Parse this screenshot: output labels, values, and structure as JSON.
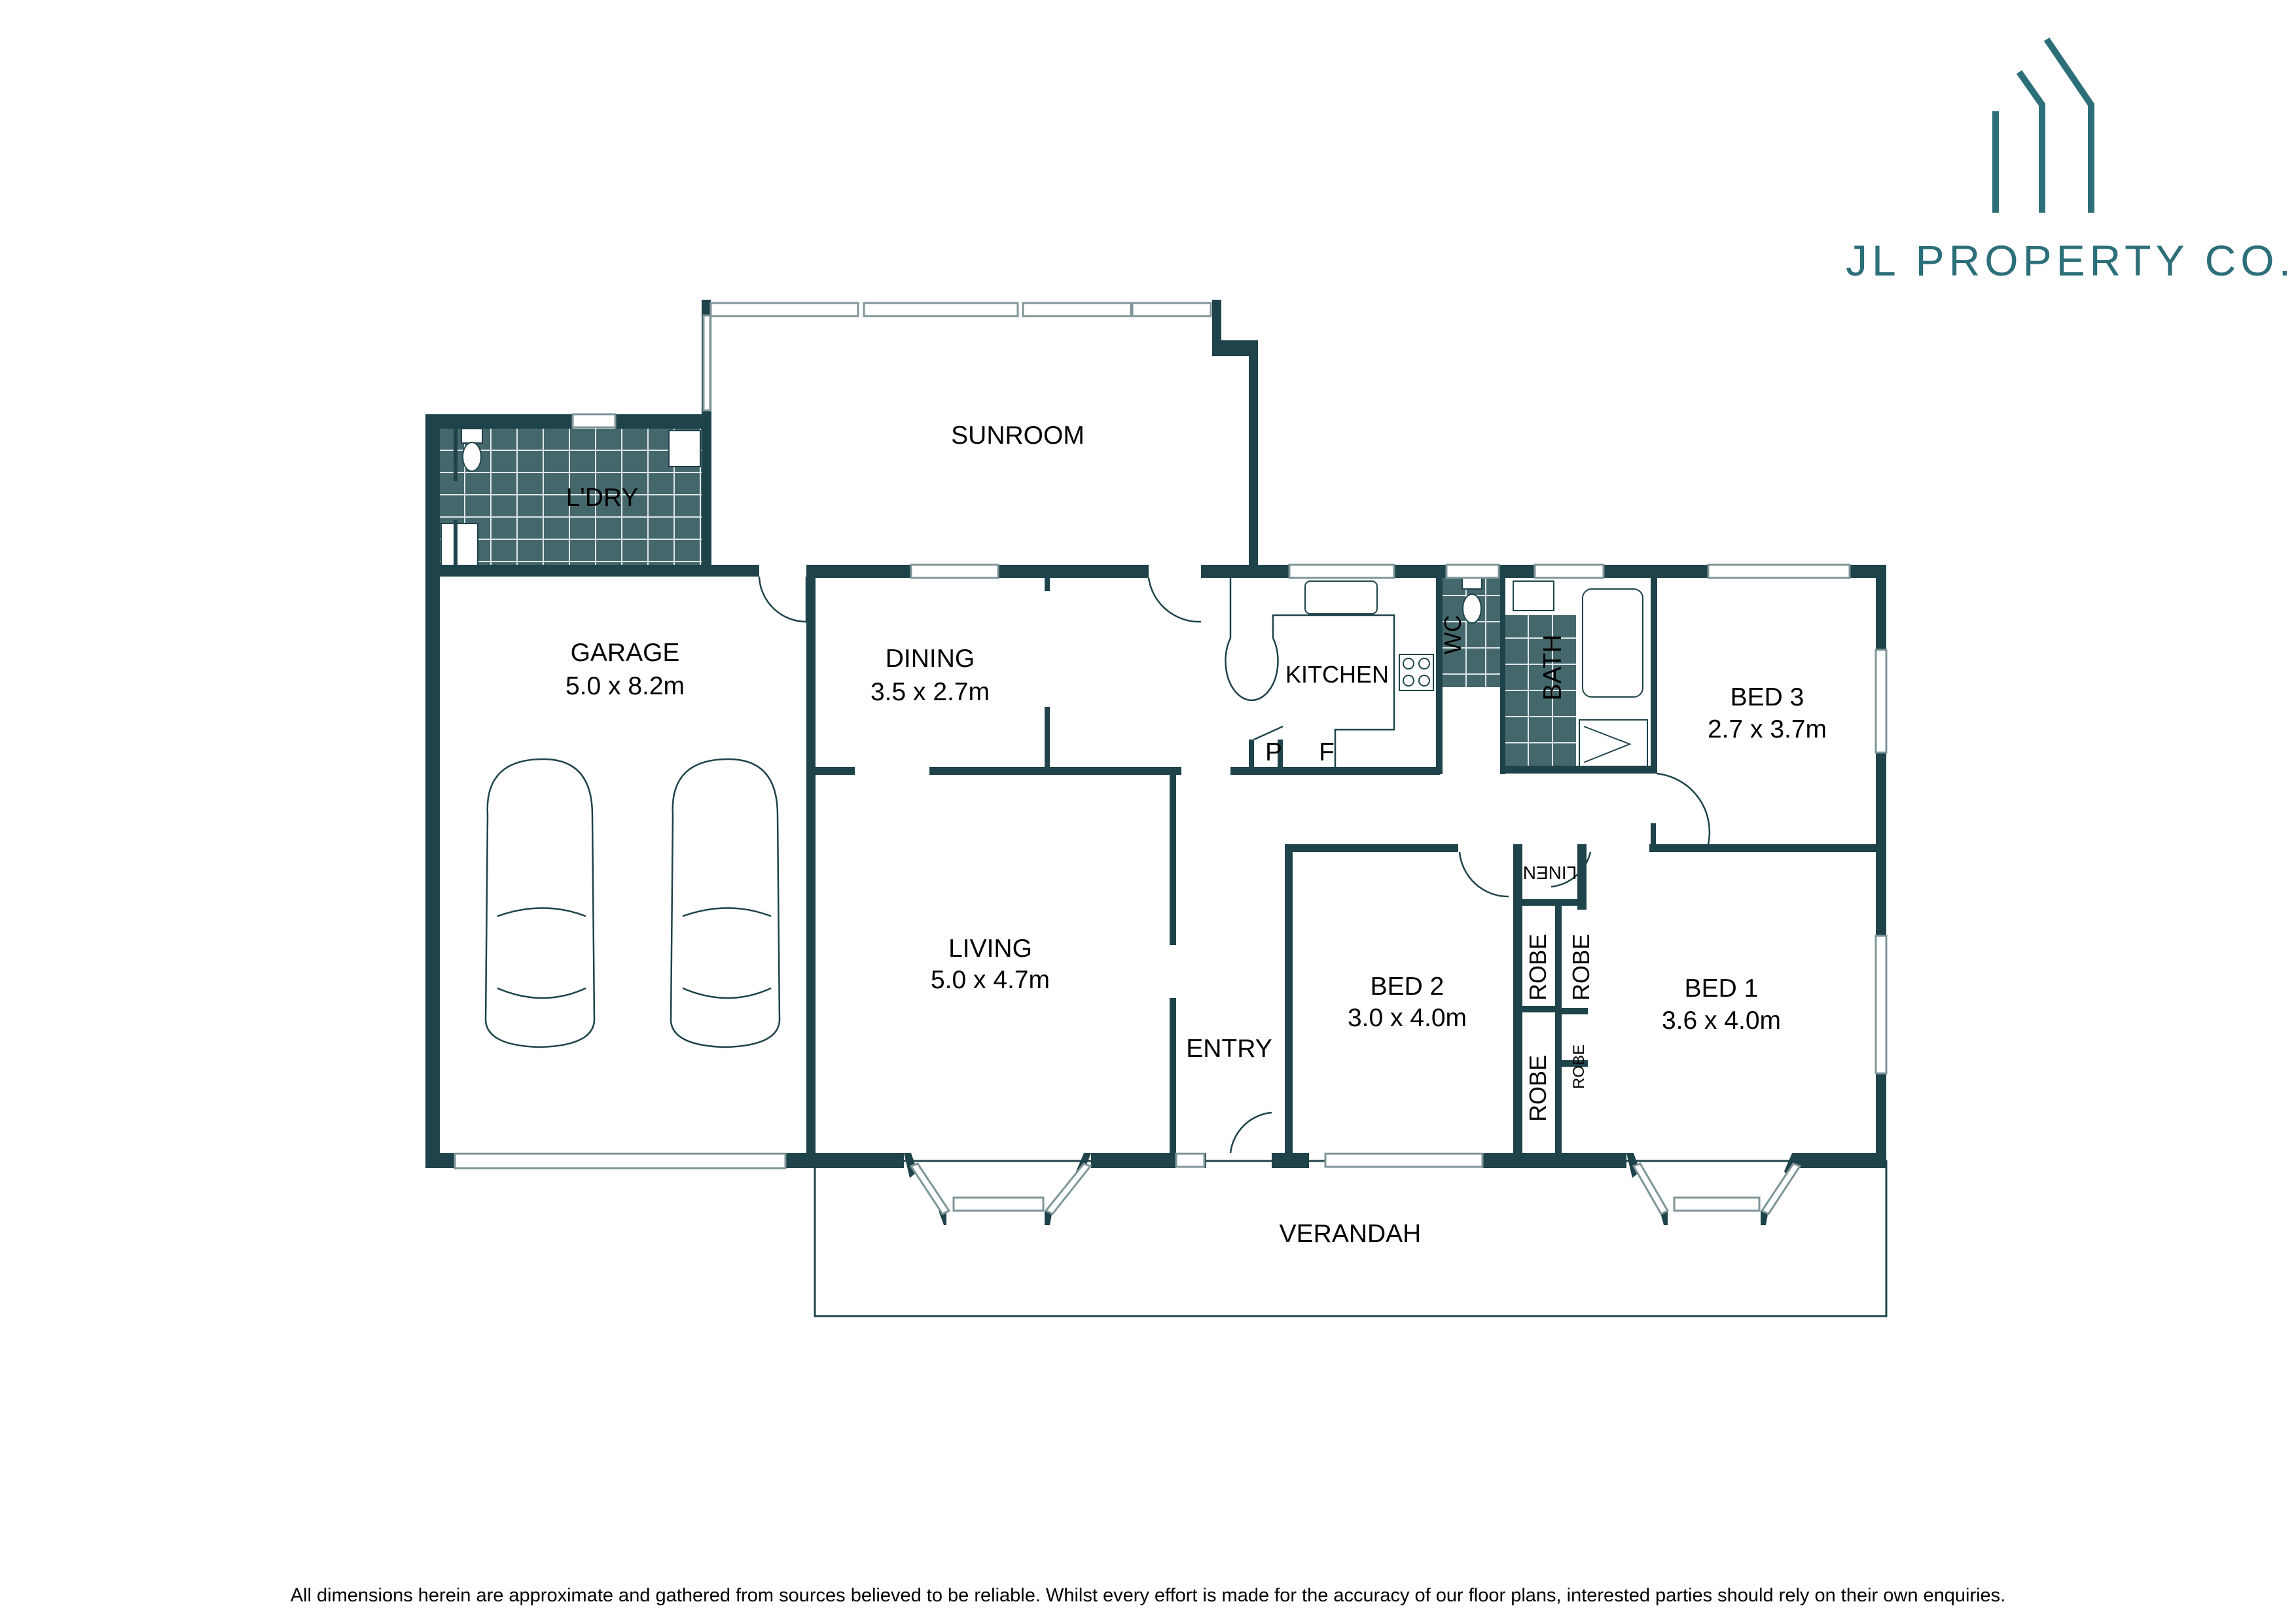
{
  "brand": {
    "name": "JL PROPERTY CO.",
    "color": "#2c6f79",
    "logo_icon": "house-lines-logo-icon"
  },
  "colors": {
    "wall": "#1e434a",
    "wet_area_tile": "#44676b",
    "background": "#ffffff"
  },
  "rooms": {
    "sunroom": {
      "name": "SUNROOM"
    },
    "laundry": {
      "name": "L'DRY"
    },
    "garage": {
      "name": "GARAGE",
      "size": "5.0 x 8.2m"
    },
    "dining": {
      "name": "DINING",
      "size": "3.5 x 2.7m"
    },
    "kitchen": {
      "name": "KITCHEN",
      "pantry": "P",
      "fridge": "F"
    },
    "wc": {
      "name": "WC"
    },
    "bath": {
      "name": "BATH"
    },
    "bed3": {
      "name": "BED 3",
      "size": "2.7 x 3.7m"
    },
    "living": {
      "name": "LIVING",
      "size": "5.0 x 4.7m"
    },
    "entry": {
      "name": "ENTRY"
    },
    "bed2": {
      "name": "BED 2",
      "size": "3.0 x 4.0m"
    },
    "bed1": {
      "name": "BED 1",
      "size": "3.6 x 4.0m"
    },
    "linen": {
      "name": "LINEN"
    },
    "robes": [
      "ROBE",
      "ROBE",
      "ROBE",
      "ROBE"
    ],
    "verandah": {
      "name": "VERANDAH"
    }
  },
  "disclaimer": "All dimensions herein are approximate and gathered from sources believed to be reliable. Whilst every effort is made for the accuracy of our floor plans, interested parties should rely on their own enquiries."
}
